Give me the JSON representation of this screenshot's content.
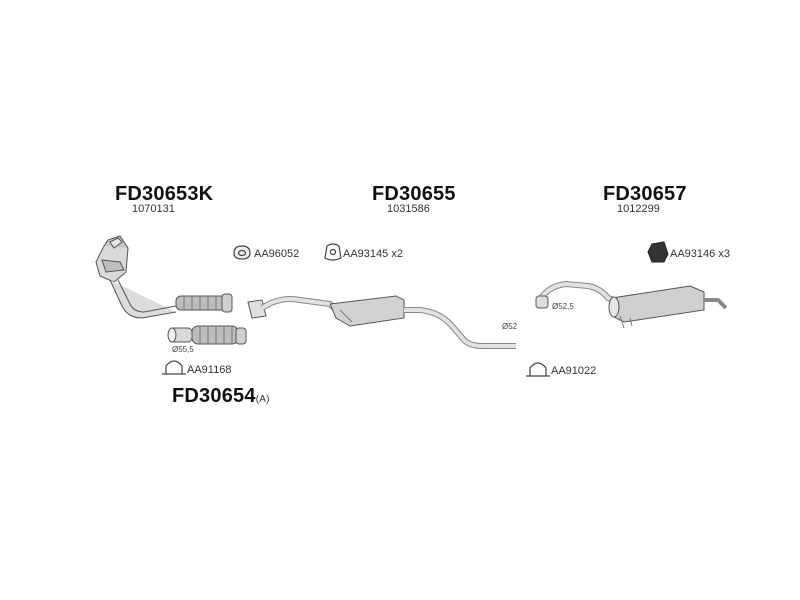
{
  "assemblies": [
    {
      "title": "FD30653K",
      "code": "1070131"
    },
    {
      "title": "FD30655",
      "code": "1031586"
    },
    {
      "title": "FD30657",
      "code": "1012299"
    },
    {
      "title": "FD30654",
      "suffix": "(A)"
    }
  ],
  "fittings": [
    {
      "label": "AA96052",
      "icon": "o-ring-gasket-icon"
    },
    {
      "label": "AA93145 x2",
      "icon": "rubber-hanger-icon"
    },
    {
      "label": "AA93146 x3",
      "icon": "rubber-mount-icon"
    },
    {
      "label": "AA91168",
      "icon": "u-bolt-clamp-icon"
    },
    {
      "label": "AA91022",
      "icon": "u-bolt-clamp-icon"
    }
  ],
  "diameters": [
    {
      "label": "Ø55,5"
    },
    {
      "label": "Ø52"
    },
    {
      "label": "Ø52,5"
    }
  ]
}
